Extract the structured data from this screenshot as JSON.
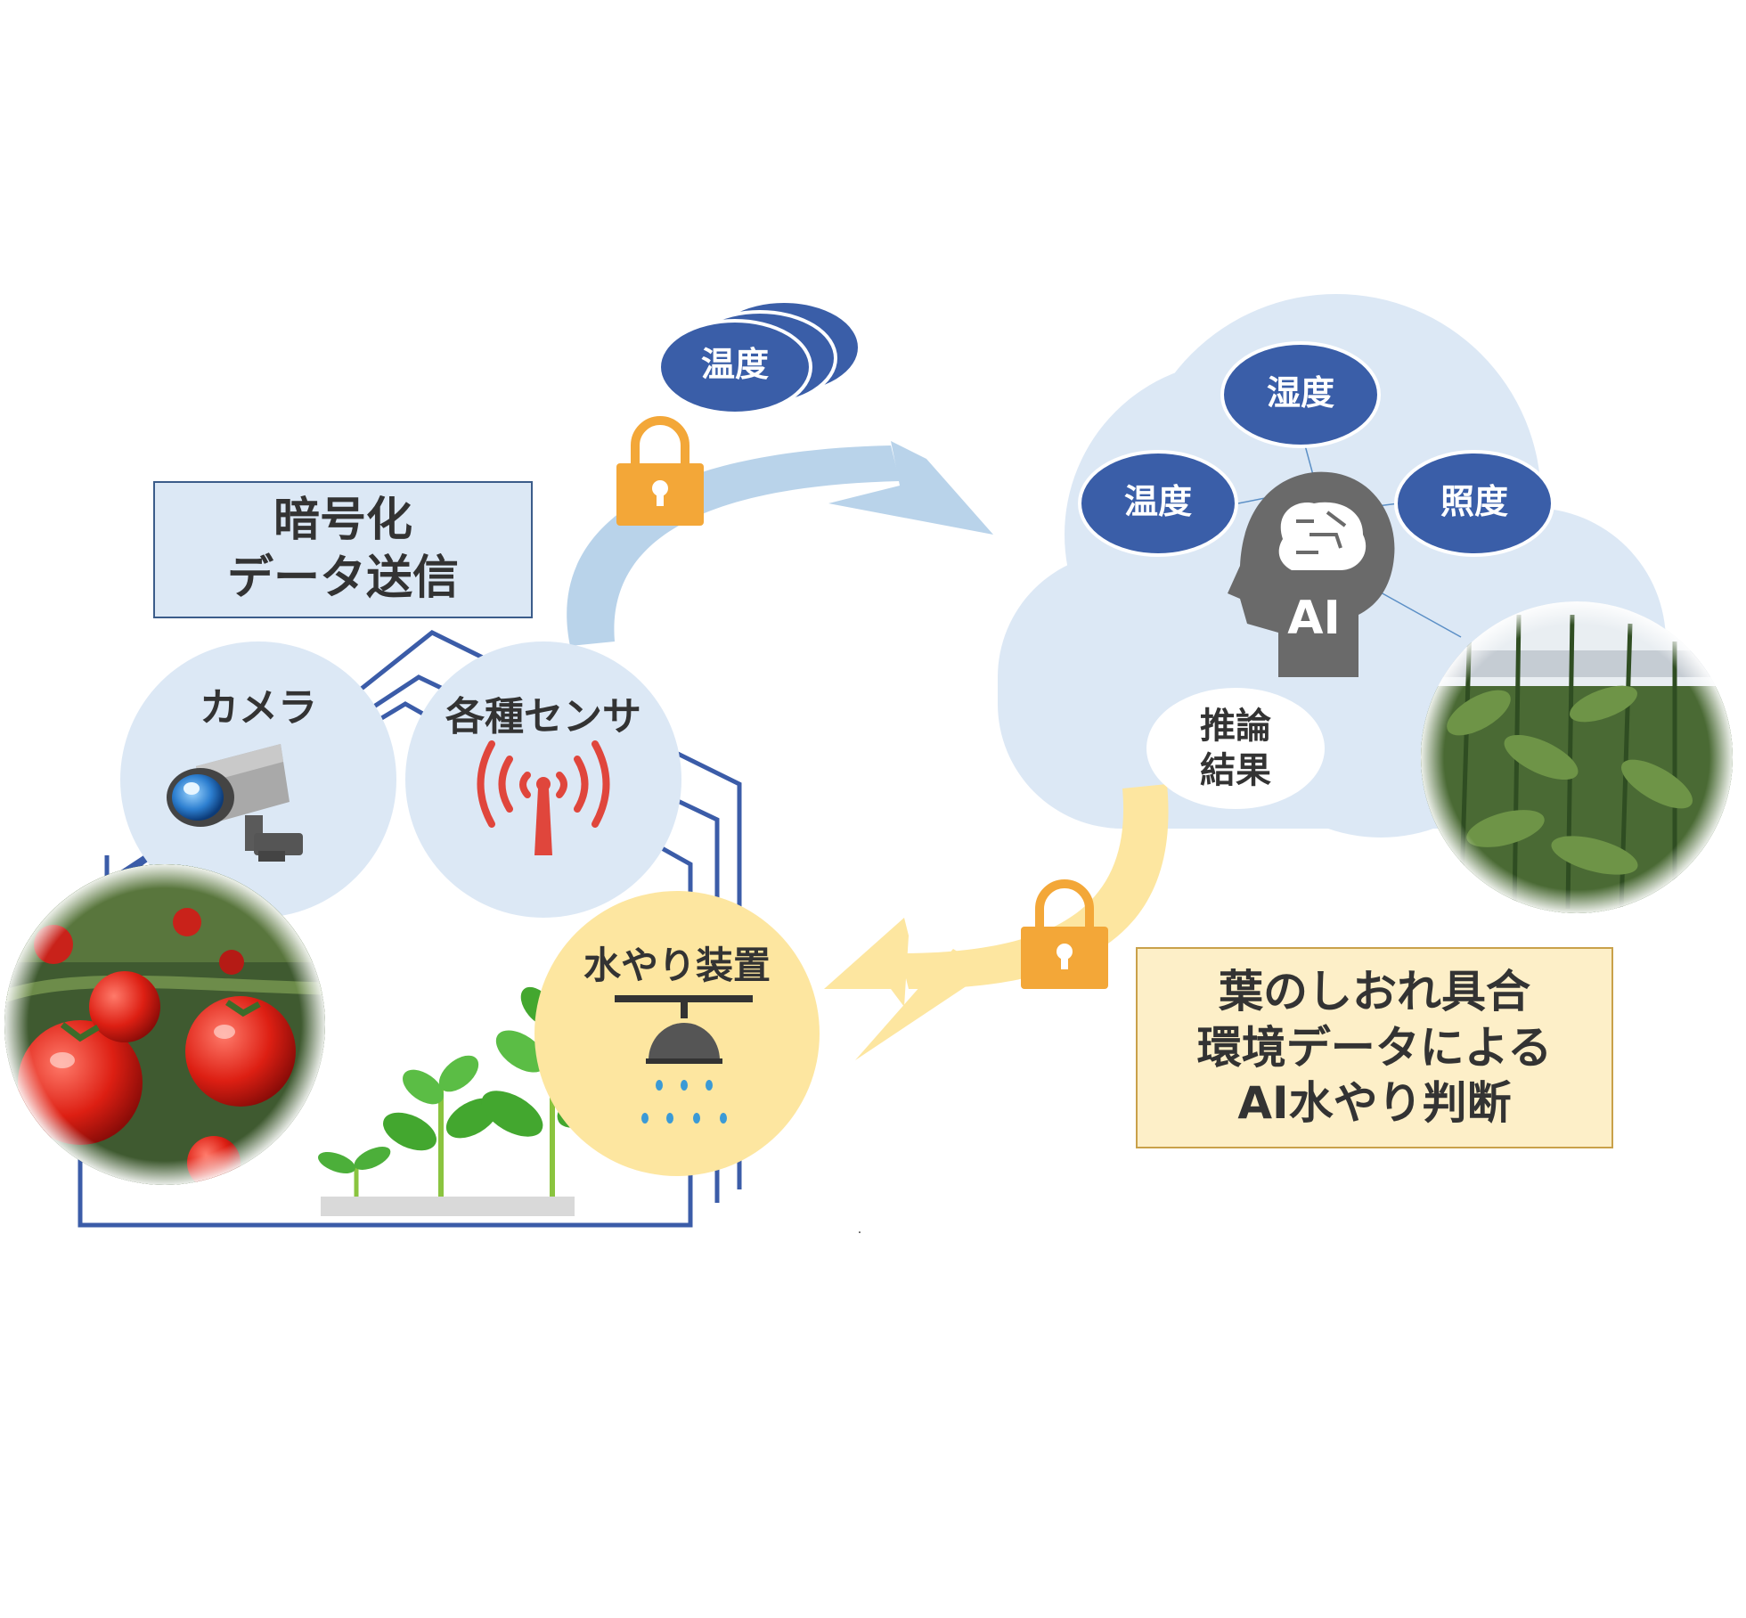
{
  "diagram": {
    "encryption_label": {
      "line1": "暗号化",
      "line2": "データ送信"
    },
    "sent_data_chip": "温度",
    "devices": {
      "camera": "カメラ",
      "sensors": "各種センサ",
      "watering": "水やり装置"
    },
    "cloud": {
      "chips": {
        "humidity": "湿度",
        "temperature": "温度",
        "illuminance": "照度"
      },
      "ai_label": "AI",
      "inference": {
        "line1": "推論",
        "line2": "結果"
      }
    },
    "result_label": {
      "line1": "葉のしおれ具合",
      "line2": "環境データによる",
      "line3": "AI水やり判断"
    },
    "footnote_dot": "."
  },
  "colors": {
    "chip_blue": "#3a5ea8",
    "cloud_fill": "#dce8f5",
    "upper_arrow": "#b9d3ea",
    "lower_arrow": "#fde6a0",
    "lock": "#f3a738",
    "house_outline": "#3b5ca8",
    "ai_head": "#6a6a6a",
    "box_blue_fill": "#dce8f5",
    "box_yellow_fill": "#fdefc8"
  },
  "icons": [
    "lock-icon",
    "camera-icon",
    "antenna-icon",
    "sprinkler-icon",
    "ai-head-icon",
    "seedling-icon",
    "tomato-photo",
    "greenhouse-photo"
  ]
}
